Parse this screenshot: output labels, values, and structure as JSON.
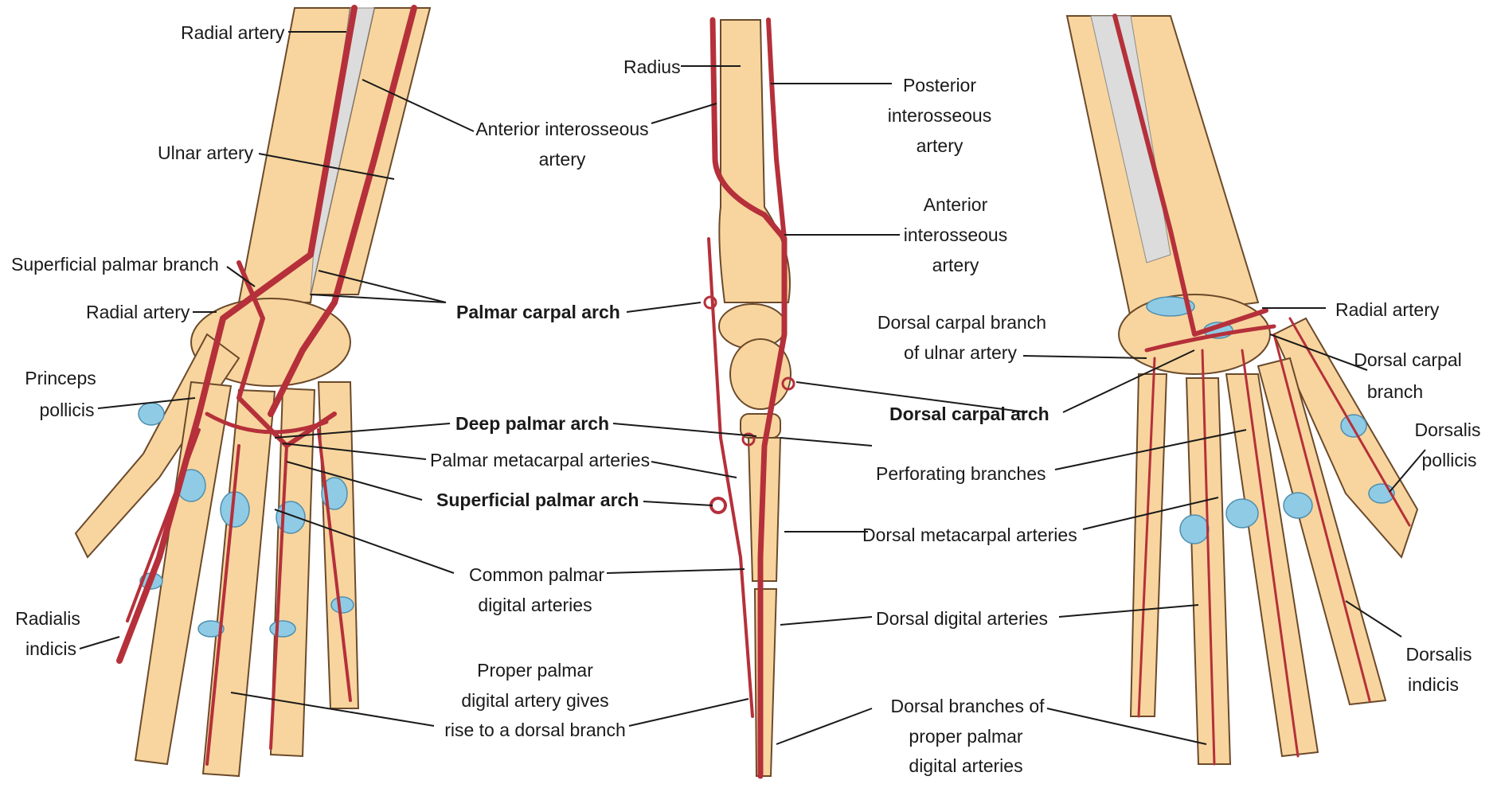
{
  "colors": {
    "bone": "#f8d59e",
    "artery": "#b5303a",
    "cartilage": "#8fcbe5",
    "membrane": "#dcdcdc"
  },
  "left_labels": {
    "radial_artery_top": "Radial artery",
    "ulnar_artery": "Ulnar artery",
    "superficial_palmar_branch": "Superficial palmar branch",
    "radial_artery_wrist": "Radial artery",
    "princeps_pollicis": [
      "Princeps",
      "pollicis"
    ],
    "radialis_indicis": [
      "Radialis",
      "indicis"
    ]
  },
  "center_labels": {
    "anterior_interosseous_left": [
      "Anterior interosseous",
      "artery"
    ],
    "palmar_carpal_arch": "Palmar carpal arch",
    "deep_palmar_arch": "Deep palmar arch",
    "palmar_metacarpal": "Palmar metacarpal arteries",
    "superficial_palmar_arch": "Superficial palmar arch",
    "common_palmar_digital": [
      "Common palmar",
      "digital arteries"
    ],
    "proper_palmar_digital": [
      "Proper palmar",
      "digital artery gives",
      "rise to a dorsal branch"
    ],
    "radius": "Radius",
    "posterior_interosseous": [
      "Posterior",
      "interosseous",
      "artery"
    ],
    "anterior_interosseous_right": [
      "Anterior",
      "interosseous",
      "artery"
    ],
    "dorsal_carpal_branch_ulnar": [
      "Dorsal carpal branch",
      "of ulnar artery"
    ],
    "dorsal_carpal_arch": "Dorsal carpal arch",
    "perforating_branches": "Perforating branches",
    "dorsal_metacarpal": "Dorsal metacarpal arteries",
    "dorsal_digital": "Dorsal digital arteries",
    "dorsal_branches_proper": [
      "Dorsal branches of",
      "proper palmar",
      "digital arteries"
    ]
  },
  "right_labels": {
    "radial_artery": "Radial artery",
    "dorsal_carpal_branch": [
      "Dorsal carpal",
      "branch"
    ],
    "dorsalis_pollicis": [
      "Dorsalis",
      "pollicis"
    ],
    "dorsalis_indicis": [
      "Dorsalis",
      "indicis"
    ]
  }
}
